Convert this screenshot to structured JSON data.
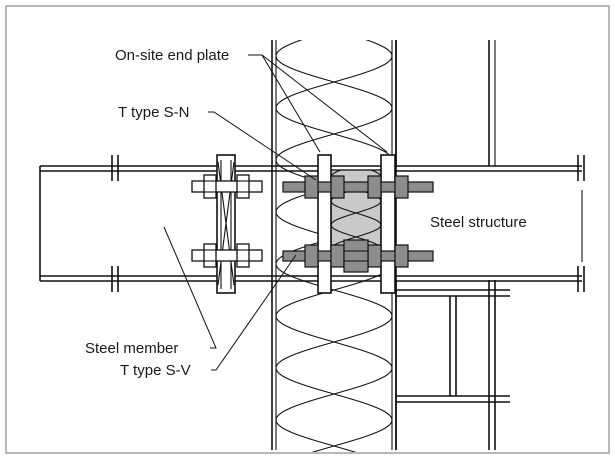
{
  "labels": {
    "end_plate": "On-site end plate",
    "t_sn": "T type S-N",
    "structure": "Steel structure",
    "member": "Steel member",
    "t_sv": "T type S-V"
  },
  "colors": {
    "frame": "#9a9a9a",
    "line": "#111111",
    "bolt_fill": "#8c8c8c",
    "insulation_fill": "#c9c9c9"
  }
}
